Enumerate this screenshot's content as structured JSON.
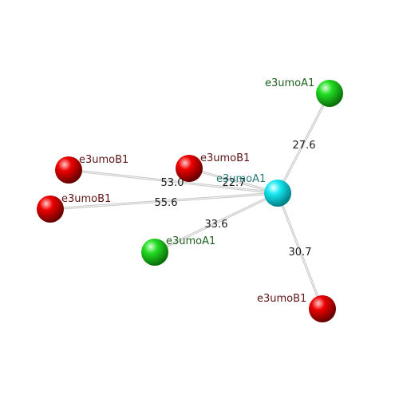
{
  "colors": {
    "center": "#00dde8",
    "groupA": "#19c919",
    "groupB": "#dd0000",
    "labelA": "#1d5e1d",
    "labelB": "#5e1414",
    "labelCenter": "#2a7a7a"
  },
  "center_atom": {
    "label": "e3umoA1",
    "type": "center"
  },
  "atoms": [
    {
      "label": "e3umoA1",
      "type": "groupA",
      "distance": "27.6"
    },
    {
      "label": "e3umoB1",
      "type": "groupB",
      "distance": "22.7"
    },
    {
      "label": "e3umoB1",
      "type": "groupB",
      "distance": "53.0"
    },
    {
      "label": "e3umoB1",
      "type": "groupB",
      "distance": "55.6"
    },
    {
      "label": "e3umoA1",
      "type": "groupA",
      "distance": "33.6"
    },
    {
      "label": "e3umoB1",
      "type": "groupB",
      "distance": "30.7"
    }
  ]
}
